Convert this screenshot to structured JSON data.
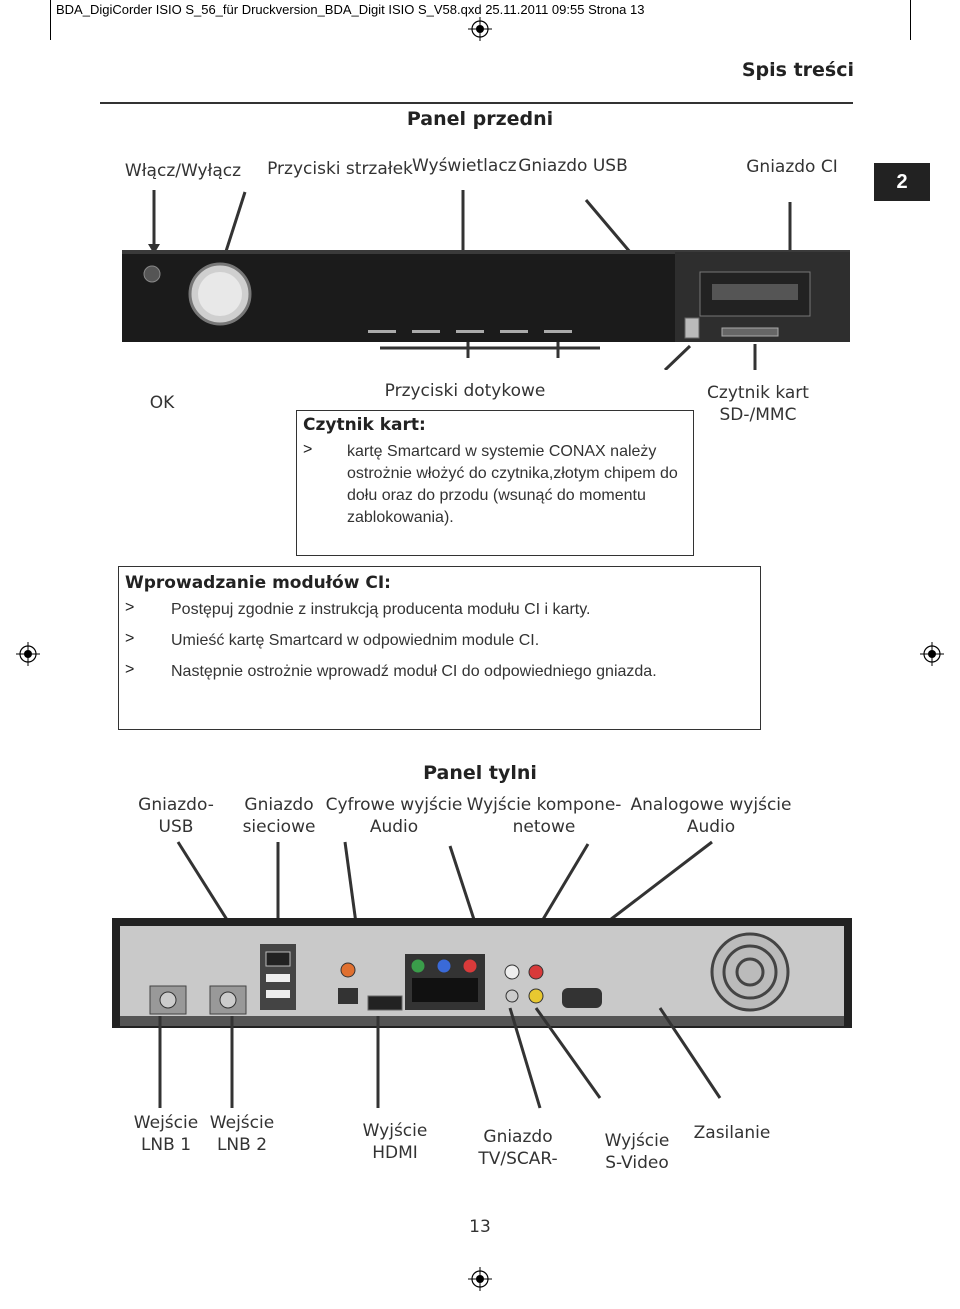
{
  "header": {
    "file_info": "BDA_DigiCorder ISIO S_56_für Druckversion_BDA_Digit ISIO S_V58.qxd  25.11.2011  09:55  Strona 13"
  },
  "section": {
    "title": "Spis treści"
  },
  "chapter_tab": "2",
  "front_panel": {
    "title": "Panel przedni",
    "labels_top": {
      "power": "Włącz/Wyłącz",
      "arrows": "Przyciski strzałek",
      "display": "Wyświetlacz",
      "usb": "Gniazdo USB",
      "ci": "Gniazdo CI"
    },
    "labels_bottom": {
      "ok": "OK",
      "touch": "Przyciski dotykowe",
      "sd": "Czytnik kart\nSD-/MMC"
    },
    "card_reader_box": {
      "title": "Czytnik kart:",
      "marker": ">",
      "text": "kartę Smartcard w systemie CONAX należy ostrożnie włożyć do czytnika,złotym chipem do dołu oraz do przodu (wsunąć do momentu zablokowania)."
    }
  },
  "ci_box": {
    "title": "Wprowadzanie modułów CI:",
    "items": [
      {
        "marker": ">",
        "text": "Postępuj zgodnie z instrukcją producenta modułu CI i karty."
      },
      {
        "marker": ">",
        "text": "Umieść kartę Smartcard w odpowiednim module CI."
      },
      {
        "marker": ">",
        "text": "Następnie ostrożnie wprowadź moduł CI do odpowiedniego gniazda."
      }
    ]
  },
  "rear_panel": {
    "title": "Panel tylni",
    "labels_top": {
      "usb": "Gniazdo-\nUSB",
      "lan": "Gniazdo\nsieciowe",
      "spdif": "Cyfrowe wyjście\nAudio",
      "component": "Wyjście kompone-\nnetowe",
      "analog": "Analogowe wyjście\nAudio"
    },
    "labels_bottom": {
      "lnb1": "Wejście\nLNB 1",
      "lnb2": "Wejście\nLNB 2",
      "hdmi": "Wyjście\nHDMI",
      "scart": "Gniazdo\nTV/SCAR-",
      "svideo": "Wyjście\nS-Video",
      "power": "Zasilanie"
    }
  },
  "page_number": "13"
}
